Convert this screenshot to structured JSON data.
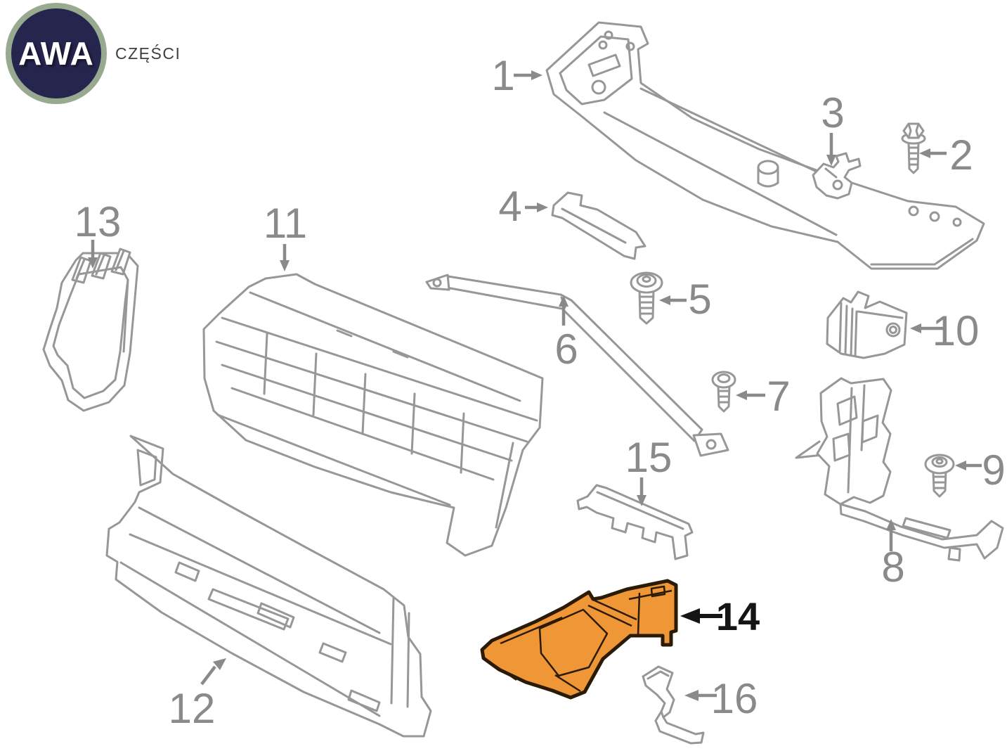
{
  "logo": {
    "brand": "AWA",
    "subtitle": "CZĘŚCI"
  },
  "colors": {
    "diagram_line": "#979797",
    "label": "#8a8a8a",
    "highlight": "#EF9737",
    "highlight_outline": "#2B1B06",
    "highlight_label": "#151515",
    "logo_navy": "#26254E",
    "logo_ring": "#97A98F",
    "logo_subtitle": "#3F3F3F"
  },
  "parts": [
    {
      "num": "1"
    },
    {
      "num": "2"
    },
    {
      "num": "3"
    },
    {
      "num": "4"
    },
    {
      "num": "5"
    },
    {
      "num": "6"
    },
    {
      "num": "7"
    },
    {
      "num": "8"
    },
    {
      "num": "9"
    },
    {
      "num": "10"
    },
    {
      "num": "11"
    },
    {
      "num": "12"
    },
    {
      "num": "13"
    },
    {
      "num": "14"
    },
    {
      "num": "15"
    },
    {
      "num": "16"
    }
  ]
}
